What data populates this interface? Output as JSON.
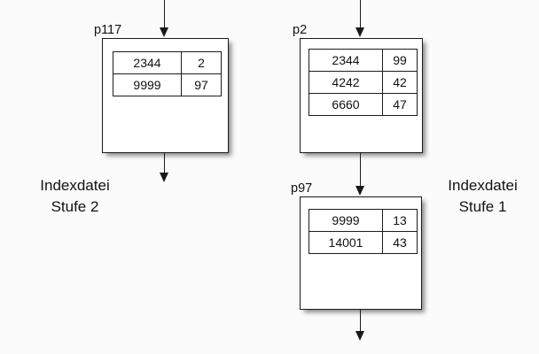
{
  "diagram": {
    "type": "b-tree-index-diagram",
    "background_color": "#fbfbfb",
    "line_color": "#1a1a1a",
    "captions": {
      "left": {
        "line1": "Indexdatei",
        "line2": "Stufe 2"
      },
      "right": {
        "line1": "Indexdatei",
        "line2": "Stufe 1"
      }
    },
    "blocks": [
      {
        "id": "p117",
        "label": "p117",
        "columns": [
          "key",
          "pointer"
        ],
        "rows": [
          {
            "key": "2344",
            "pointer": "2"
          },
          {
            "key": "9999",
            "pointer": "97"
          }
        ]
      },
      {
        "id": "p2",
        "label": "p2",
        "columns": [
          "key",
          "pointer"
        ],
        "rows": [
          {
            "key": "2344",
            "pointer": "99"
          },
          {
            "key": "4242",
            "pointer": "42"
          },
          {
            "key": "6660",
            "pointer": "47"
          }
        ]
      },
      {
        "id": "p97",
        "label": "p97",
        "columns": [
          "key",
          "pointer"
        ],
        "rows": [
          {
            "key": "9999",
            "pointer": "13"
          },
          {
            "key": "14001",
            "pointer": "43"
          }
        ]
      }
    ],
    "arrows": [
      {
        "name": "arrow-into-p117",
        "from": "top-edge",
        "to": "p117"
      },
      {
        "name": "arrow-out-of-p117",
        "from": "p117",
        "to": "below"
      },
      {
        "name": "arrow-into-p2",
        "from": "top-edge",
        "to": "p2"
      },
      {
        "name": "arrow-p2-to-p97",
        "from": "p2",
        "to": "p97"
      },
      {
        "name": "arrow-out-of-p97",
        "from": "p97",
        "to": "below"
      }
    ]
  }
}
